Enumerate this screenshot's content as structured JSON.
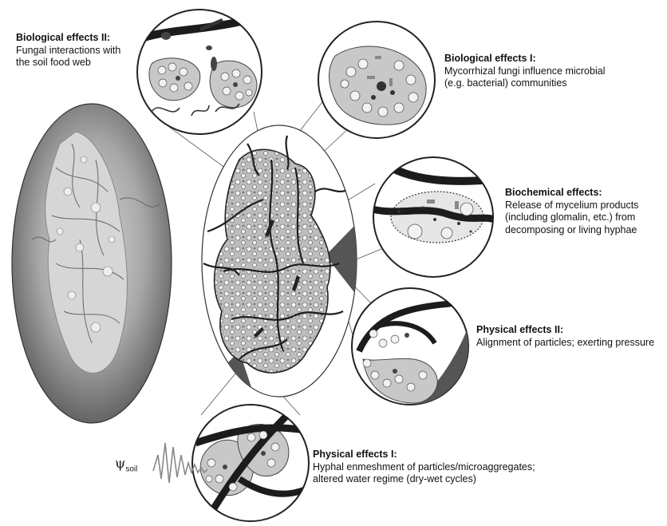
{
  "labels": {
    "bio2": {
      "title": "Biological effects II:",
      "desc": "Fungal interactions with\nthe soil food web"
    },
    "bio1": {
      "title": "Biological effects I:",
      "desc": "Mycorrhizal fungi influence microbial\n(e.g. bacterial) communities"
    },
    "biochem": {
      "title": "Biochemical effects:",
      "desc": "Release of mycelium products\n(including glomalin, etc.) from\ndecomposing or living hyphae"
    },
    "phys2": {
      "title": "Physical effects II:",
      "desc": "Alignment of particles; exerting pressure"
    },
    "phys1": {
      "title": "Physical effects I:",
      "desc": "Hyphal enmeshment of particles/microaggregates;\naltered water regime (dry-wet cycles)"
    }
  },
  "psi": {
    "symbol": "ψ",
    "subscript": "soil"
  },
  "colors": {
    "background": "#ffffff",
    "ink": "#222222",
    "hyphae": "#2a2a2a",
    "circle_fill": "#ececec",
    "aggregate_fill": "#c4c4c4",
    "micrograph": "#9a9a9a"
  }
}
